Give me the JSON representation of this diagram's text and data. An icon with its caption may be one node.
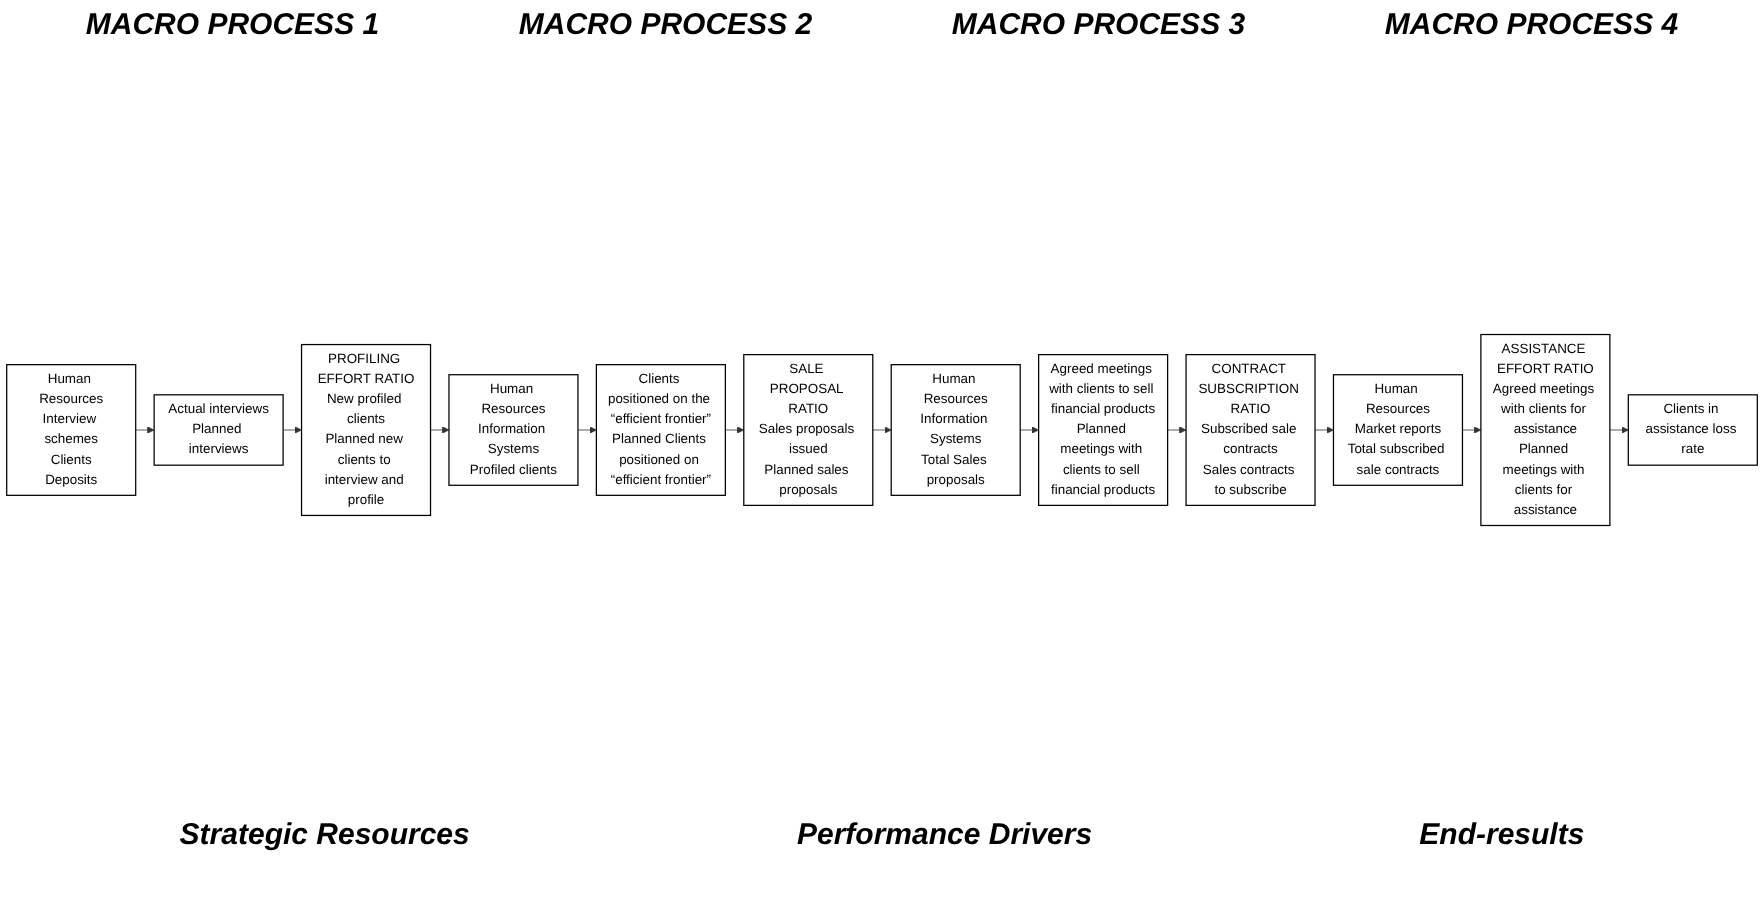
{
  "diagram": {
    "nodes": [
      {
        "text": [
          "Human Resources",
          "Interview schemes",
          "Clients",
          "Deposits"
        ]
      },
      {
        "text": [
          "Human Resources",
          "Information Systems",
          "Profiled clients"
        ]
      },
      {
        "text": [
          "Human Resources",
          "Information Systems",
          "Total Sales proposals"
        ]
      },
      {
        "text": [
          "Human Resources",
          "Market reports",
          "Total subscribed sale contracts"
        ]
      },
      {
        "text": [
          "Actual interviews",
          "Planned interviews"
        ]
      },
      {
        "text": [
          "Clients positioned on the “efficient frontier”",
          "Planned Clients positioned on “efficient frontier”"
        ]
      },
      {
        "text": [
          "Agreed meetings with clients to sell financial products",
          "Planned meetings with clients to sell financial products"
        ]
      },
      {
        "text": [
          "ASSISTANCE EFFORT RATIO",
          "Agreed meetings with clients for assistance",
          "Planned meetings with clients for assistance"
        ]
      },
      {
        "text": [
          "PROFILING EFFORT RATIO",
          "New profiled clients",
          "Planned new clients to interview and profile"
        ]
      },
      {
        "text": [
          "SALE PROPOSAL RATIO",
          "Sales proposals issued",
          "Planned sales proposals"
        ]
      },
      {
        "text": [
          "CONTRACT SUBSCRIPTION RATIO",
          "Subscribed sale contracts",
          "Sales contracts to subscribe"
        ]
      },
      {
        "text": [
          "Clients in assistance loss rate"
        ]
      }
    ],
    "edges": [
      {
        "from": 0,
        "to": 4,
        "arrow": "to"
      },
      {
        "from": 4,
        "to": 8,
        "arrow": "to"
      },
      {
        "from": 8,
        "to": 1,
        "arrow": "to"
      },
      {
        "from": 1,
        "to": 5,
        "arrow": "to"
      },
      {
        "from": 5,
        "to": 9,
        "arrow": "to"
      },
      {
        "from": 9,
        "to": 2,
        "arrow": "to"
      },
      {
        "from": 2,
        "to": 6,
        "arrow": "to"
      },
      {
        "from": 6,
        "to": 10,
        "arrow": "to"
      },
      {
        "from": 10,
        "to": 3,
        "arrow": "to"
      },
      {
        "from": 3,
        "to": 7,
        "arrow": "to"
      },
      {
        "from": 7,
        "to": 11,
        "arrow": "to"
      }
    ],
    "labels": [
      "MACRO PROCESS 1",
      "MACRO PROCESS 2",
      "MACRO PROCESS 3",
      "MACRO PROCESS 4",
      "Strategic Resources",
      "Performance Drivers",
      "End-results"
    ]
  }
}
